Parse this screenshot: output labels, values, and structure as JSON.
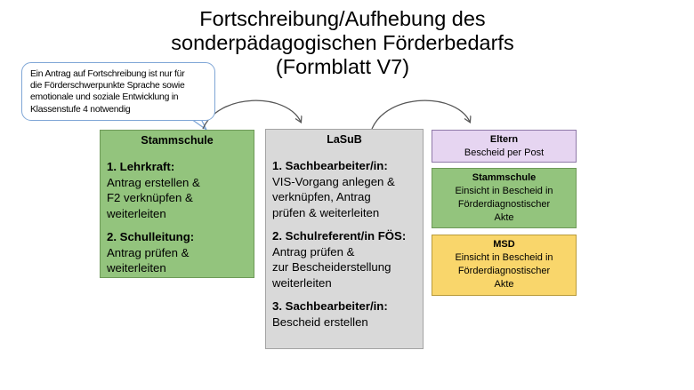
{
  "title": {
    "line1": "Fortschreibung/Aufhebung des",
    "line2": "sonderpädagogischen Förderbedarfs",
    "line3": "(Formblatt V7)"
  },
  "callout": {
    "line1": "Ein Antrag auf Fortschreibung ist nur für",
    "line2": "die Förderschwerpunkte Sprache sowie",
    "line3": "emotionale und soziale Entwicklung in",
    "line4": "Klassenstufe 4 notwendig"
  },
  "stammschule": {
    "heading": "Stammschule",
    "step1_title": "1. Lehrkraft:",
    "step1_line1": "Antrag erstellen &",
    "step1_line2": "F2 verknüpfen &",
    "step1_line3": "weiterleiten",
    "step2_title": "2. Schulleitung:",
    "step2_line1": "Antrag prüfen &",
    "step2_line2": "weiterleiten"
  },
  "lasub": {
    "heading": "LaSuB",
    "step1_title": "1. Sachbearbeiter/in:",
    "step1_line1": "VIS-Vorgang anlegen &",
    "step1_line2": "verknüpfen, Antrag",
    "step1_line3": "prüfen & weiterleiten",
    "step2_title": "2. Schulreferent/in FÖS:",
    "step2_line1": "Antrag prüfen &",
    "step2_line2": "zur Bescheiderstellung",
    "step2_line3": "weiterleiten",
    "step3_title": "3. Sachbearbeiter/in:",
    "step3_line1": "Bescheid erstellen"
  },
  "eltern": {
    "heading": "Eltern",
    "line1": "Bescheid per Post"
  },
  "stammschule2": {
    "heading": "Stammschule",
    "line1": "Einsicht in Bescheid in",
    "line2": "Förderdiagnostischer",
    "line3": "Akte"
  },
  "msd": {
    "heading": "MSD",
    "line1": "Einsicht in Bescheid in",
    "line2": "Förderdiagnostischer",
    "line3": "Akte"
  },
  "colors": {
    "green": "#93c47d",
    "grey": "#d9d9d9",
    "purple": "#e6d5f1",
    "yellow": "#f9d66b",
    "callout_border": "#7fa6d6"
  }
}
